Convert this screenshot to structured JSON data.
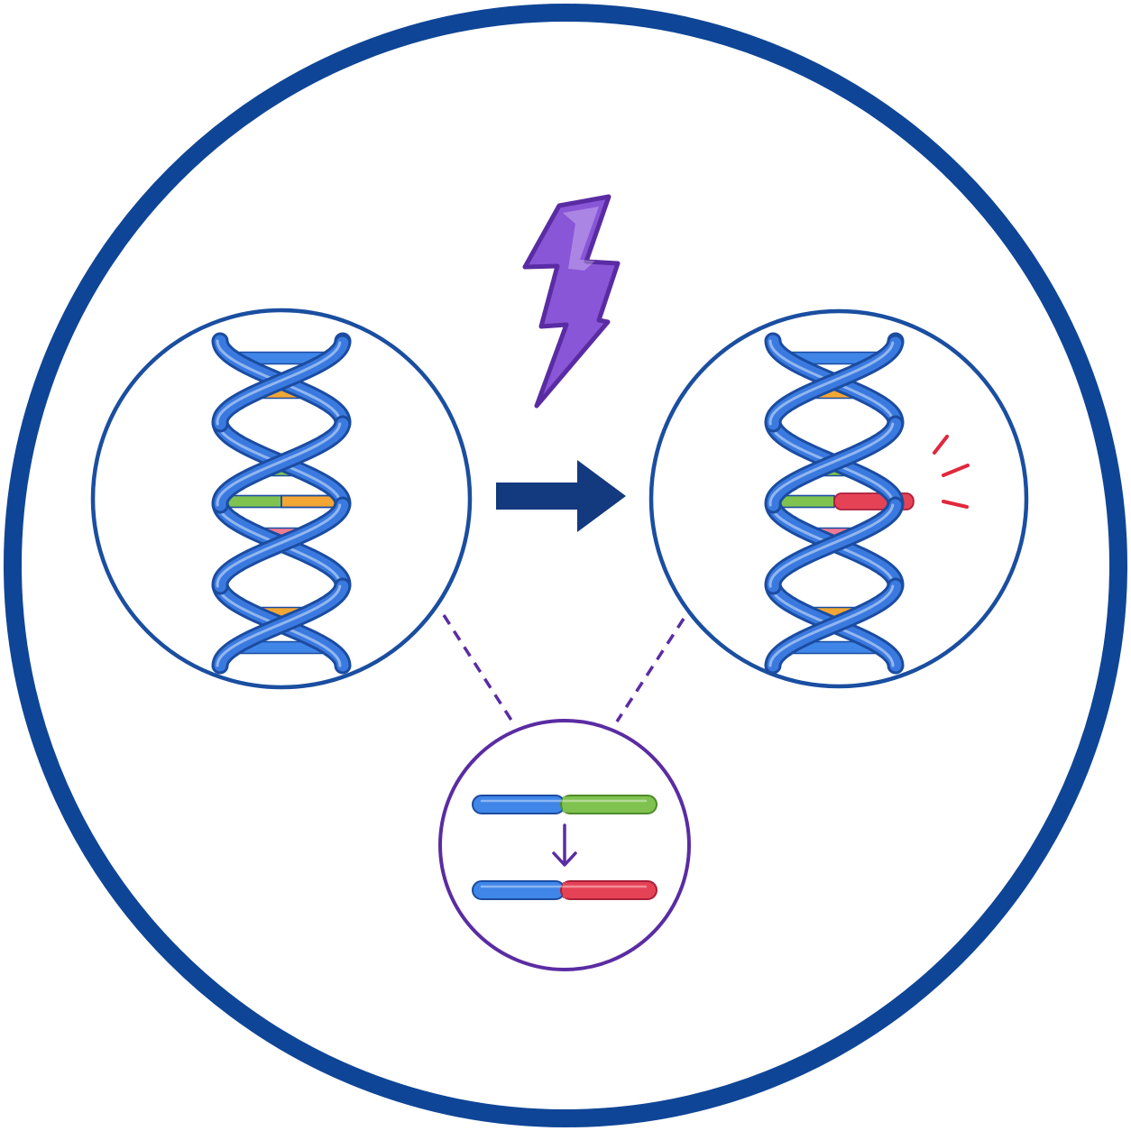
{
  "colors": {
    "outer_ring": "#0f4596",
    "panel_ring": "#1a4ea0",
    "detail_ring": "#5a2ca3",
    "strand_fill": "#3a7ae0",
    "strand_edge": "#1b4ca0",
    "base_orange": "#f2a634",
    "base_green": "#7fc24f",
    "base_pink": "#ef7b93",
    "base_red": "#e64256",
    "base_blue": "#3f86e8",
    "arrow": "#13397f",
    "bolt_fill": "#8a56d8",
    "bolt_edge": "#5a2ca3",
    "alert_marks": "#e0283c",
    "dashed_connector": "#5a2ca3"
  },
  "icons": {
    "bolt": "lightning-bolt-icon",
    "arrow": "right-arrow-icon",
    "down_arrow": "down-arrow-icon",
    "alert": "alert-marks-icon"
  },
  "helices": {
    "before": {
      "rungs": [
        [
          "blue"
        ],
        [
          "orange"
        ],
        [
          "green"
        ],
        [
          "green",
          "orange"
        ],
        [
          "pink"
        ],
        [
          "orange"
        ],
        [
          "blue"
        ]
      ]
    },
    "after": {
      "rungs": [
        [
          "blue"
        ],
        [
          "orange"
        ],
        [
          "green"
        ],
        [
          "green",
          "red"
        ],
        [
          "pink"
        ],
        [
          "orange"
        ],
        [
          "blue"
        ]
      ]
    }
  },
  "mutation_detail": {
    "before": [
      "blue",
      "green"
    ],
    "after": [
      "blue",
      "red"
    ]
  }
}
